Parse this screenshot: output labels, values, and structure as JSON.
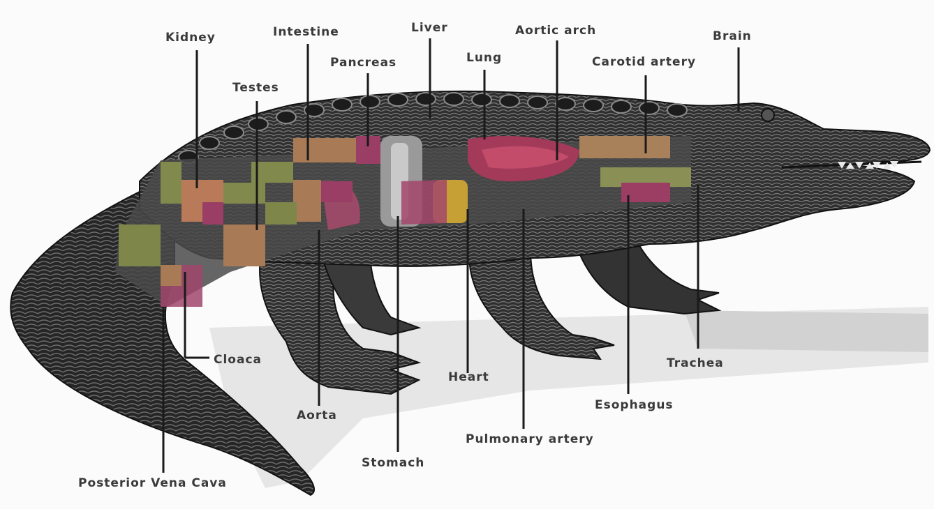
{
  "labels": {
    "kidney": "Kidney",
    "intestine": "Intestine",
    "liver": "Liver",
    "aortic_arch": "Aortic arch",
    "brain": "Brain",
    "pancreas": "Pancreas",
    "lung": "Lung",
    "carotid_artery": "Carotid artery",
    "testes": "Testes",
    "cloaca": "Cloaca",
    "heart": "Heart",
    "trachea": "Trachea",
    "esophagus": "Esophagus",
    "aorta": "Aorta",
    "pulmonary_artery": "Pulmonary artery",
    "stomach": "Stomach",
    "posterior_vena_cava": "Posterior Vena Cava"
  }
}
